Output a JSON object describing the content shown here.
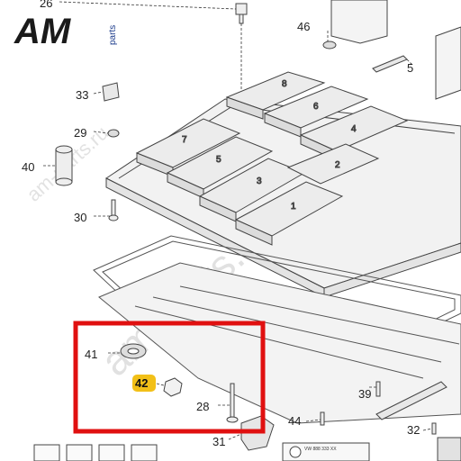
{
  "logo": {
    "am_text": "AM",
    "parts_text": "parts",
    "primary_color": "#1a1a1a",
    "accent_color": "#1a3a8a"
  },
  "watermark": {
    "text_main": "am-parts.ru",
    "text_side": "am-parts.ru"
  },
  "callouts": {
    "c26": "26",
    "c46": "46",
    "c5": "5",
    "c33": "33",
    "c29": "29",
    "c40": "40",
    "c30": "30",
    "c41": "41",
    "c42": "42",
    "c28": "28",
    "c39": "39",
    "c44": "44",
    "c32": "32",
    "c31": "31"
  },
  "module_numbers": {
    "m8": "8",
    "m7": "7",
    "m6": "6",
    "m5": "5",
    "m4": "4",
    "m3": "3",
    "m2": "2",
    "m1": "1"
  },
  "plaque_text": "VW 888 333 XX",
  "highlight": {
    "color": "#e01010",
    "label_bg": "#f2c018",
    "label": "42"
  }
}
